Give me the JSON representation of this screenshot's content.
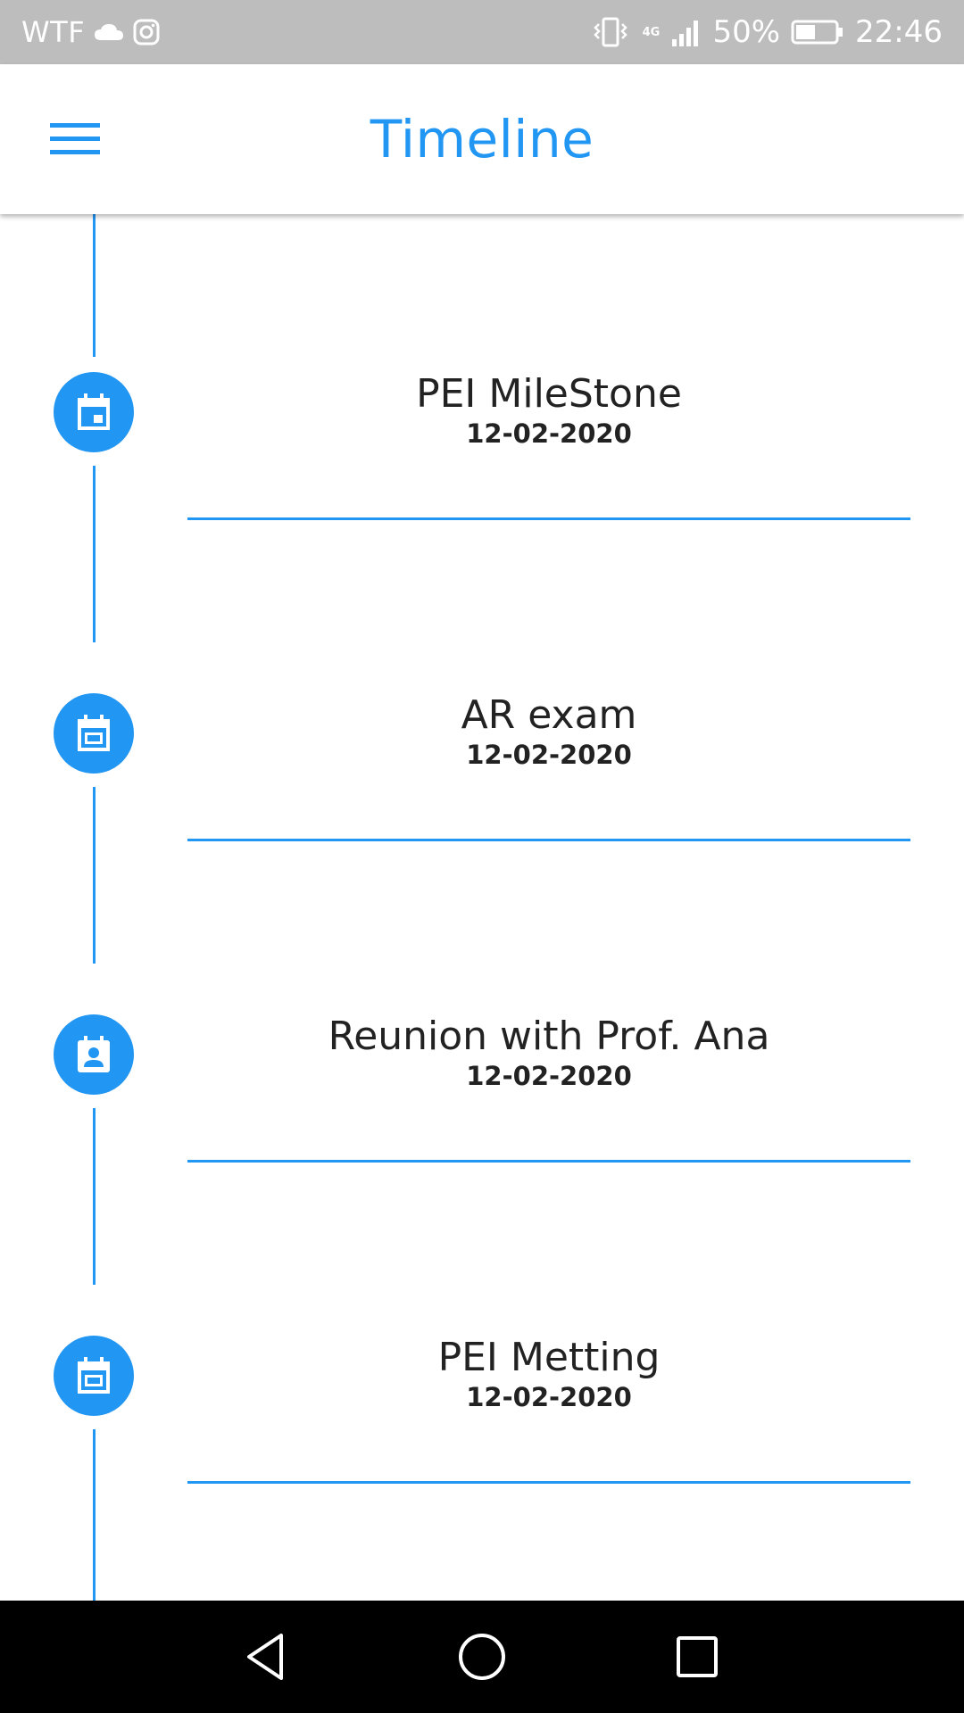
{
  "status_bar": {
    "carrier": "WTF",
    "network_type": "4G",
    "battery_percent": "50%",
    "time": "22:46",
    "icons": [
      "cloud-icon",
      "instagram-icon",
      "vibrate-icon",
      "signal-icon",
      "battery-icon"
    ]
  },
  "app_bar": {
    "title": "Timeline",
    "menu_icon": "hamburger-menu-icon"
  },
  "timeline": {
    "items": [
      {
        "title": "PEI MileStone",
        "date": "12-02-2020",
        "icon": "calendar-event-icon"
      },
      {
        "title": "AR exam",
        "date": "12-02-2020",
        "icon": "calendar-event-icon"
      },
      {
        "title": "Reunion with Prof. Ana",
        "date": "12-02-2020",
        "icon": "calendar-person-icon"
      },
      {
        "title": "PEI Metting",
        "date": "12-02-2020",
        "icon": "calendar-event-icon"
      }
    ]
  },
  "nav_bar": {
    "buttons": [
      "back-icon",
      "home-icon",
      "recents-icon"
    ]
  },
  "colors": {
    "accent": "#2196f3",
    "status_bar": "#bdbdbd",
    "text": "#222222",
    "nav_bar": "#000000"
  }
}
